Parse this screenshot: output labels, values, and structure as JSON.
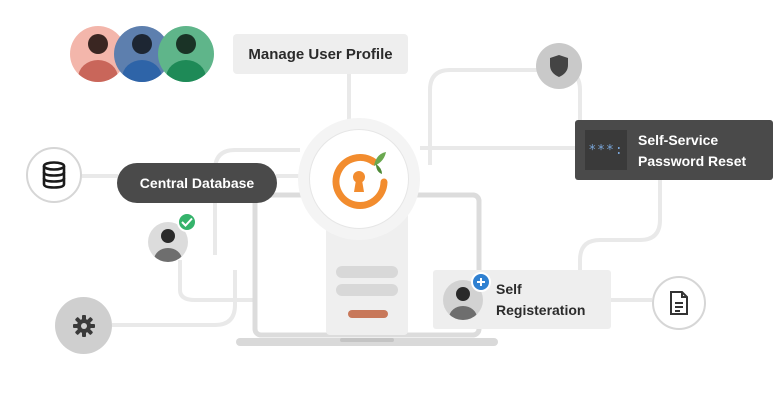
{
  "labels": {
    "manage_profile": "Manage User Profile",
    "central_db": "Central Database",
    "self_service_line1": "Self-Service",
    "self_service_line2": "Password Reset",
    "self_reg_line1": "Self",
    "self_reg_line2": "Registeration",
    "password_mask": "***:"
  },
  "icons": {
    "center": "keyhole-logo-icon",
    "database": "database-icon",
    "shield": "shield-icon",
    "settings": "gear-icon",
    "document": "document-icon",
    "check": "check-badge-icon",
    "plus": "plus-badge-icon"
  },
  "colors": {
    "accent_orange": "#f28c2e",
    "leaf_green": "#6aa84f",
    "check_green": "#35b36b",
    "plus_blue": "#2f80d1",
    "dark_pill": "#4a4a4a",
    "light_pill": "#eeeeee"
  }
}
